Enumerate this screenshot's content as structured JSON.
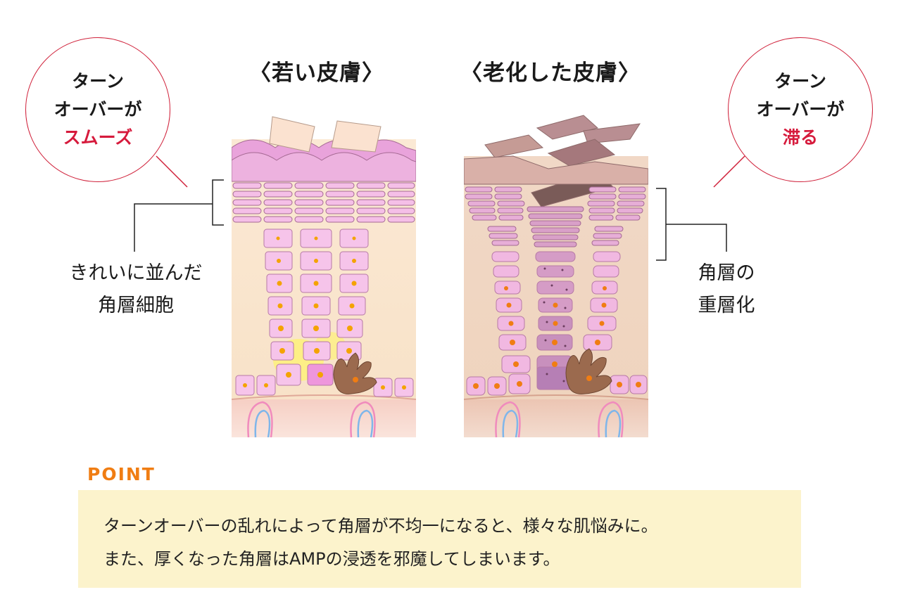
{
  "young": {
    "title": "〈若い皮膚〉",
    "bubble": {
      "line1": "ターン",
      "line2": "オーバーが",
      "accent": "スムーズ"
    },
    "label": {
      "line1": "きれいに並んだ",
      "line2": "角層細胞"
    }
  },
  "aged": {
    "title": "〈老化した皮膚〉",
    "bubble": {
      "line1": "ターン",
      "line2": "オーバーが",
      "accent": "滞る"
    },
    "label": {
      "line1": "角層の",
      "line2": "重層化"
    }
  },
  "point": {
    "title": "POINT",
    "line1": "ターンオーバーの乱れによって角層が不均一になると、様々な肌悩みに。",
    "line2": "また、厚くなった角層はAMPの浸透を邪魔してしまいます。"
  },
  "colors": {
    "accent_red": "#d61a3c",
    "point_orange": "#f07d13",
    "point_bg": "#fcf3cc",
    "cell_pink": "#f3b6e6",
    "melanocyte": "#9b6a4e"
  }
}
